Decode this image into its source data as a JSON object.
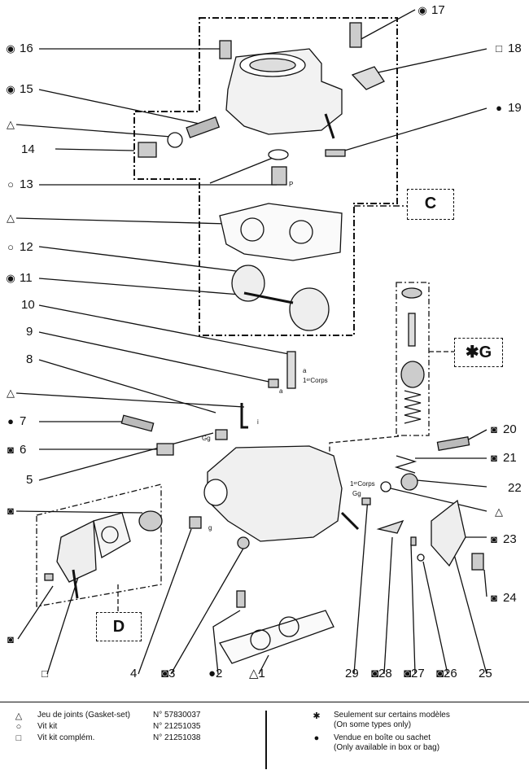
{
  "callouts": {
    "n16": {
      "symbol": "◉",
      "number": "16"
    },
    "n17": {
      "symbol": "◉",
      "number": "17"
    },
    "n18": {
      "symbol": "□",
      "number": "18"
    },
    "n15": {
      "symbol": "◉",
      "number": "15"
    },
    "n19": {
      "symbol": "●",
      "number": "19"
    },
    "tri_a": {
      "symbol": "△",
      "number": ""
    },
    "n14": {
      "symbol": "",
      "number": "14"
    },
    "n13": {
      "symbol": "○",
      "number": "13"
    },
    "tri_b": {
      "symbol": "△",
      "number": ""
    },
    "n12": {
      "symbol": "○",
      "number": "12"
    },
    "n11": {
      "symbol": "◉",
      "number": "11"
    },
    "n10": {
      "symbol": "",
      "number": "10"
    },
    "n9": {
      "symbol": "",
      "number": "9"
    },
    "n8": {
      "symbol": "",
      "number": "8"
    },
    "tri_c": {
      "symbol": "△",
      "number": ""
    },
    "n7": {
      "symbol": "●",
      "number": "7"
    },
    "n6": {
      "symbol": "◙",
      "number": "6"
    },
    "n5": {
      "symbol": "",
      "number": "5"
    },
    "sq_a": {
      "symbol": "◙",
      "number": ""
    },
    "n20": {
      "symbol": "◙",
      "number": "20"
    },
    "n21": {
      "symbol": "◙",
      "number": "21"
    },
    "n22": {
      "symbol": "",
      "number": "22"
    },
    "tri_d": {
      "symbol": "△",
      "number": ""
    },
    "n23": {
      "symbol": "◙",
      "number": "23"
    },
    "n24": {
      "symbol": "◙",
      "number": "24"
    },
    "sq_b": {
      "symbol": "◙",
      "number": ""
    },
    "sq_c": {
      "symbol": "□",
      "number": ""
    }
  },
  "bottom_callouts": {
    "n4": "4",
    "n3": "◙3",
    "n2": "●2",
    "n1": "△1",
    "n29": "29",
    "n28": "◙28",
    "n27": "◙27",
    "n26": "◙26",
    "n25": "25"
  },
  "box_labels": {
    "c": "C",
    "g": "✱G",
    "d": "D"
  },
  "small_tags": {
    "p": "P",
    "a1": "a",
    "corps1": "1ᵉʳCorps",
    "a2": "a",
    "i": "i",
    "gg1": "Gg",
    "g": "g",
    "corps2": "1ᵉʳCorps",
    "gg2": "Gg"
  },
  "legend": {
    "left": [
      {
        "symbol": "△",
        "label": "Jeu de joints (Gasket-set)",
        "ref": "N° 57830037"
      },
      {
        "symbol": "○",
        "label": "Vit kit",
        "ref": "N° 21251035"
      },
      {
        "symbol": "□",
        "label": "Vit kit complém.",
        "ref": "N° 21251038"
      }
    ],
    "right": [
      {
        "symbol": "✱",
        "line1": "Seulement sur certains modèles",
        "line2": "(On some types only)"
      },
      {
        "symbol": "●",
        "line1": "Vendue en boîte ou sachet",
        "line2": "(Only available in box or bag)"
      }
    ]
  }
}
